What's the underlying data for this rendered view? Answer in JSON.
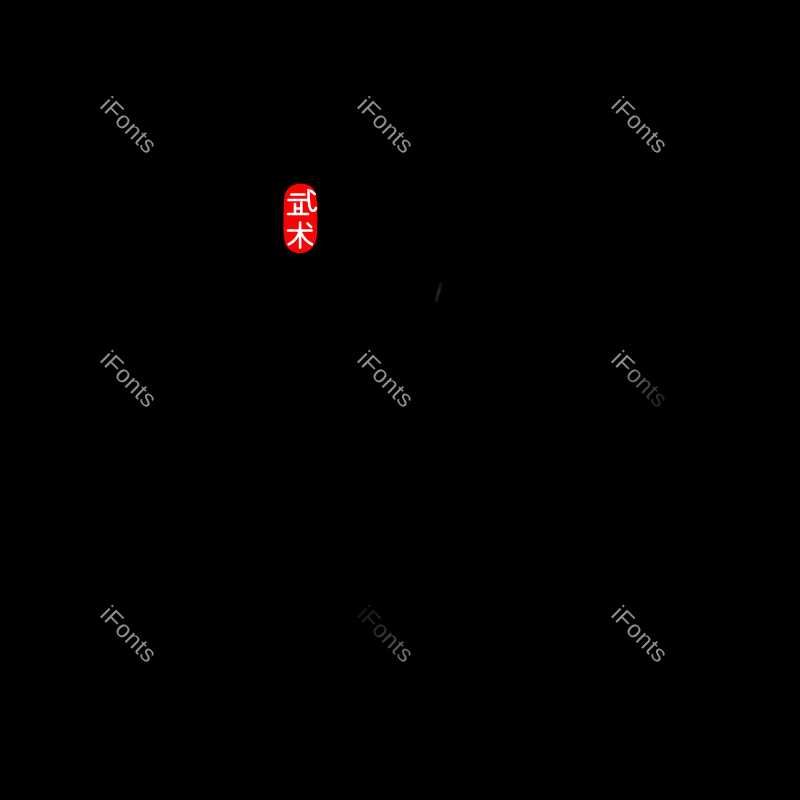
{
  "canvas": {
    "background_color": "#000000"
  },
  "watermark": {
    "label": "iFonts",
    "color": "#8e8e8e"
  },
  "seal": {
    "text": "武术",
    "char_top": "武",
    "char_bottom": "术",
    "background_color": "#f60505",
    "text_color": "#ffffff"
  },
  "artwork": {
    "stroke_highlight_color": "#26262b"
  }
}
